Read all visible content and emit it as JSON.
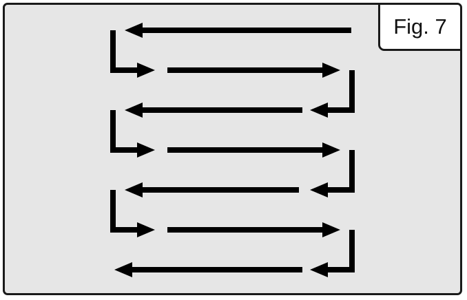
{
  "figure": {
    "label": "Fig. 7"
  },
  "diagram": {
    "description_type": "serpentine-path",
    "stroke_color": "#000000",
    "background_color": "#e6e6e6",
    "row_directions": [
      "left",
      "right",
      "left",
      "right",
      "left",
      "right",
      "left"
    ]
  }
}
